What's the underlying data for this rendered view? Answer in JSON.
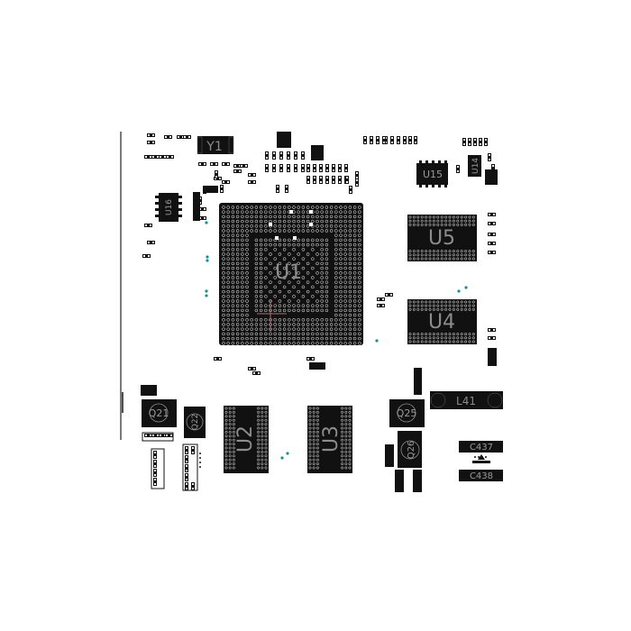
{
  "canvas": {
    "background": "#ffffff"
  },
  "colors": {
    "pad_fill": "#111111",
    "pad_dot": "#ffffff",
    "silk": "#8c8c8c",
    "via": "#1a8f8f",
    "marker": "#b46a6a",
    "edge_line": "#222222"
  },
  "components": {
    "u1": {
      "ref": "U1"
    },
    "u2": {
      "ref": "U2"
    },
    "u3": {
      "ref": "U3"
    },
    "u4": {
      "ref": "U4"
    },
    "u5": {
      "ref": "U5"
    },
    "u15": {
      "ref": "U15"
    },
    "u14": {
      "ref": "U14"
    },
    "u16": {
      "ref": "U16"
    },
    "y1": {
      "ref": "Y1"
    },
    "q21": {
      "ref": "Q21"
    },
    "q22": {
      "ref": "Q22"
    },
    "q25": {
      "ref": "Q25"
    },
    "q26": {
      "ref": "Q26"
    },
    "l41": {
      "ref": "L41"
    },
    "c437": {
      "ref": "C437"
    },
    "c438": {
      "ref": "C438"
    }
  }
}
